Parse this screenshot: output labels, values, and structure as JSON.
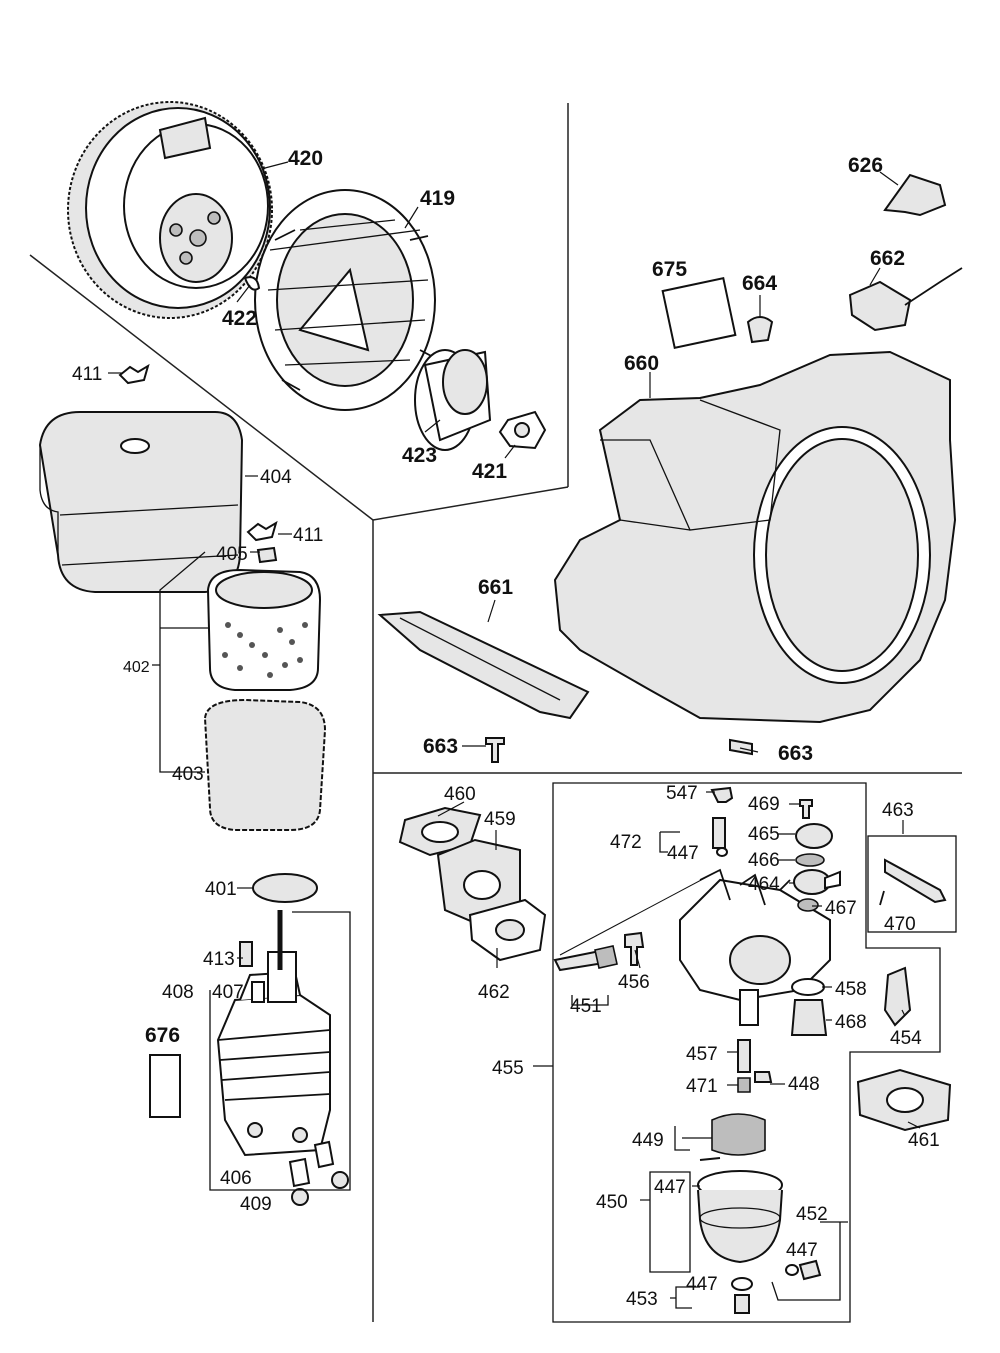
{
  "callouts": {
    "c420": "420",
    "c419": "419",
    "c422": "422",
    "c423": "423",
    "c421": "421",
    "c411a": "411",
    "c404": "404",
    "c411b": "411",
    "c405": "405",
    "c402": "402",
    "c403": "403",
    "c401": "401",
    "c413": "413",
    "c408": "408",
    "c407": "407",
    "c676": "676",
    "c406": "406",
    "c409": "409",
    "c626": "626",
    "c662": "662",
    "c675": "675",
    "c664": "664",
    "c660": "660",
    "c661": "661",
    "c663a": "663",
    "c663b": "663",
    "c460": "460",
    "c459": "459",
    "c462": "462",
    "c451": "451",
    "c456": "456",
    "c547": "547",
    "c469": "469",
    "c472": "472",
    "c447a": "447",
    "c465": "465",
    "c466": "466",
    "c464": "464",
    "c467": "467",
    "c463": "463",
    "c470": "470",
    "c458": "458",
    "c468": "468",
    "c454": "454",
    "c457": "457",
    "c471": "471",
    "c448": "448",
    "c455": "455",
    "c461": "461",
    "c449": "449",
    "c450": "450",
    "c447b": "447",
    "c452": "452",
    "c447c": "447",
    "c453": "453",
    "c447d": "447"
  }
}
